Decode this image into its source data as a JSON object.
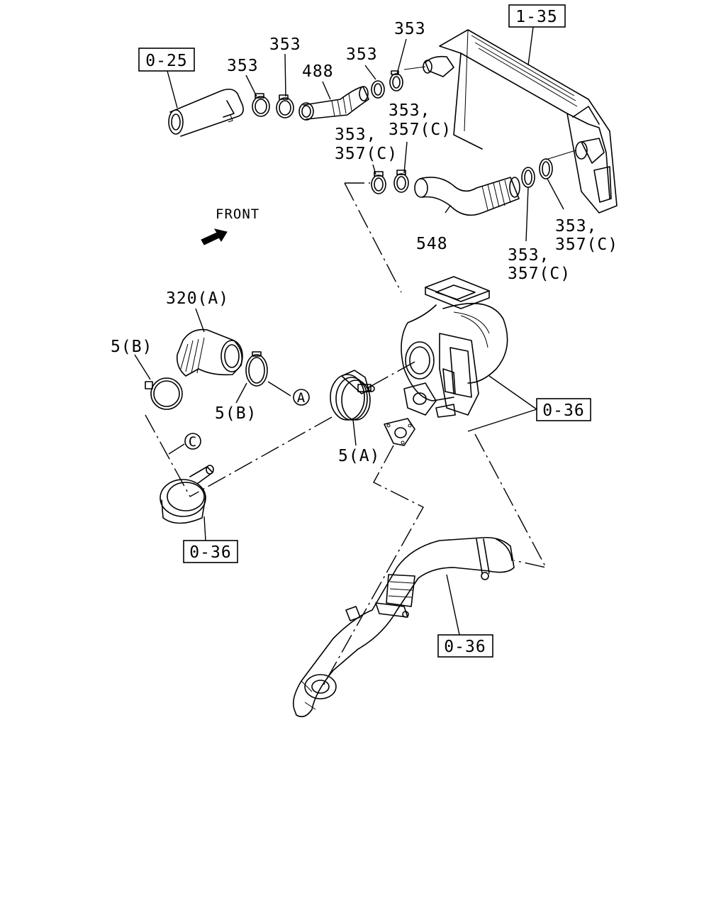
{
  "diagram": {
    "front_label": "FRONT",
    "refs": {
      "r0_25": "0-25",
      "r1_35": "1-35",
      "r0_36_right": "0-36",
      "r0_36_left": "0-36",
      "r0_36_bottom": "0-36"
    },
    "parts": {
      "p353_a": "353",
      "p353_b": "353",
      "p353_c": "353",
      "p353_d": "353",
      "p488": "488",
      "p548": "548",
      "p353_357c_1_l1": "353,",
      "p353_357c_1_l2": "357(C)",
      "p353_357c_2_l1": "353,",
      "p353_357c_2_l2": "357(C)",
      "p353_357c_3_l1": "353,",
      "p353_357c_3_l2": "357(C)",
      "p353_357c_4_l1": "353,",
      "p353_357c_4_l2": "357(C)",
      "p320a": "320(A)",
      "p5b_top": "5(B)",
      "p5b_bot": "5(B)",
      "p5a": "5(A)"
    },
    "callouts": {
      "a": "A",
      "c": "C"
    }
  }
}
